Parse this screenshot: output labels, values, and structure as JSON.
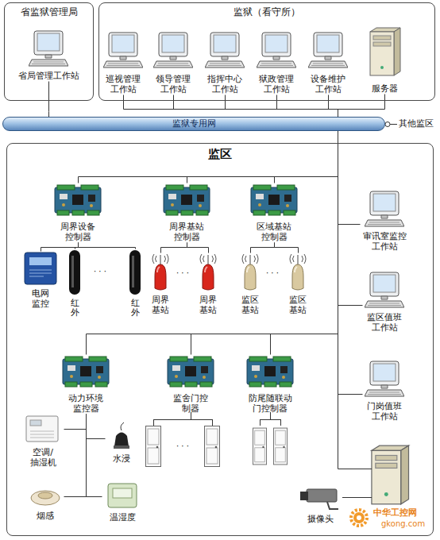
{
  "diagram": {
    "nodes": [
      {
        "text": [
          "省监狱管理局"
        ]
      },
      {
        "text": [
          "省局管理工作站"
        ],
        "in": 0
      },
      {
        "text": [
          "监狱（看守所）"
        ]
      },
      {
        "text": [
          "巡视管理 工作站"
        ],
        "in": 2
      },
      {
        "text": [
          "领导管理 工作站"
        ],
        "in": 2
      },
      {
        "text": [
          "指挥中心 工作站"
        ],
        "in": 2
      },
      {
        "text": [
          "狱政管理 工作站"
        ],
        "in": 2
      },
      {
        "text": [
          "设备维护 工作站"
        ],
        "in": 2
      },
      {
        "text": [
          "服务器"
        ],
        "in": 2
      },
      {
        "text": [
          "监狱专用网"
        ]
      },
      {
        "text": [
          "监区"
        ]
      },
      {
        "text": [
          "周界设备 控制器"
        ],
        "in": 10
      },
      {
        "text": [
          "周界基站 控制器"
        ],
        "in": 10
      },
      {
        "text": [
          "区域基站 控制器"
        ],
        "in": 10
      },
      {
        "text": [
          "电网 监控"
        ],
        "in": 10
      },
      {
        "text": [
          "红外"
        ],
        "in": 10
      },
      {
        "text": [
          "红外"
        ],
        "in": 10
      },
      {
        "text": [
          "周界 基站"
        ],
        "in": 10
      },
      {
        "text": [
          "周界 基站"
        ],
        "in": 10
      },
      {
        "text": [
          "监区 基站"
        ],
        "in": 10
      },
      {
        "text": [
          "监区 基站"
        ],
        "in": 10
      },
      {
        "text": [
          "审讯室监控 工作站"
        ],
        "in": 10
      },
      {
        "text": [
          "监区值班 工作站"
        ],
        "in": 10
      },
      {
        "text": [
          "动力环境 监控器"
        ],
        "in": 10
      },
      {
        "text": [
          "监舍门控 制器"
        ],
        "in": 10
      },
      {
        "text": [
          "防尾随联动 门控制器"
        ],
        "in": 10
      },
      {
        "text": [
          "门岗值班 工作站"
        ],
        "in": 10
      },
      {
        "text": [
          "空调/ 抽湿机"
        ],
        "in": 10
      },
      {
        "text": [
          "水浸"
        ],
        "in": 10
      },
      {
        "text": [
          "烟感"
        ],
        "in": 10
      },
      {
        "text": [
          "温湿度"
        ],
        "in": 10
      },
      {
        "text": [
          "摄像头"
        ],
        "in": 10
      }
    ],
    "edges": [
      {
        "from": 1,
        "to": 9,
        "arrow": "none"
      },
      {
        "from": 3,
        "to": 9,
        "arrow": "none"
      },
      {
        "from": 4,
        "to": 9,
        "arrow": "none"
      },
      {
        "from": 5,
        "to": 9,
        "arrow": "none"
      },
      {
        "from": 6,
        "to": 9,
        "arrow": "none"
      },
      {
        "from": 7,
        "to": 9,
        "arrow": "none"
      },
      {
        "from": 8,
        "to": 9,
        "arrow": "none"
      },
      {
        "from": 9,
        "to": 11,
        "arrow": "none"
      },
      {
        "from": 9,
        "to": 12,
        "arrow": "none"
      },
      {
        "from": 9,
        "to": 13,
        "arrow": "none"
      },
      {
        "from": 9,
        "to": 21,
        "arrow": "none"
      },
      {
        "from": 9,
        "to": 22,
        "arrow": "none"
      },
      {
        "from": 9,
        "to": 23,
        "arrow": "none"
      },
      {
        "from": 9,
        "to": 24,
        "arrow": "none"
      },
      {
        "from": 9,
        "to": 25,
        "arrow": "none"
      },
      {
        "from": 9,
        "to": 26,
        "arrow": "none"
      },
      {
        "from": 11,
        "to": 14,
        "arrow": "none"
      },
      {
        "from": 11,
        "to": 15,
        "arrow": "none"
      },
      {
        "from": 11,
        "to": 16,
        "arrow": "none"
      },
      {
        "from": 12,
        "to": 17,
        "arrow": "none"
      },
      {
        "from": 12,
        "to": 18,
        "arrow": "none"
      },
      {
        "from": 13,
        "to": 19,
        "arrow": "none"
      },
      {
        "from": 13,
        "to": 20,
        "arrow": "none"
      },
      {
        "from": 23,
        "to": 27,
        "arrow": "none"
      },
      {
        "from": 23,
        "to": 28,
        "arrow": "none"
      },
      {
        "from": 23,
        "to": 29,
        "arrow": "none"
      },
      {
        "from": 23,
        "to": 30,
        "arrow": "none"
      }
    ],
    "labels": [
      "其他监区",
      "· · ·",
      "· · ·",
      "· · ·",
      "· · ·",
      "中华工控网",
      "gkong.com"
    ]
  }
}
